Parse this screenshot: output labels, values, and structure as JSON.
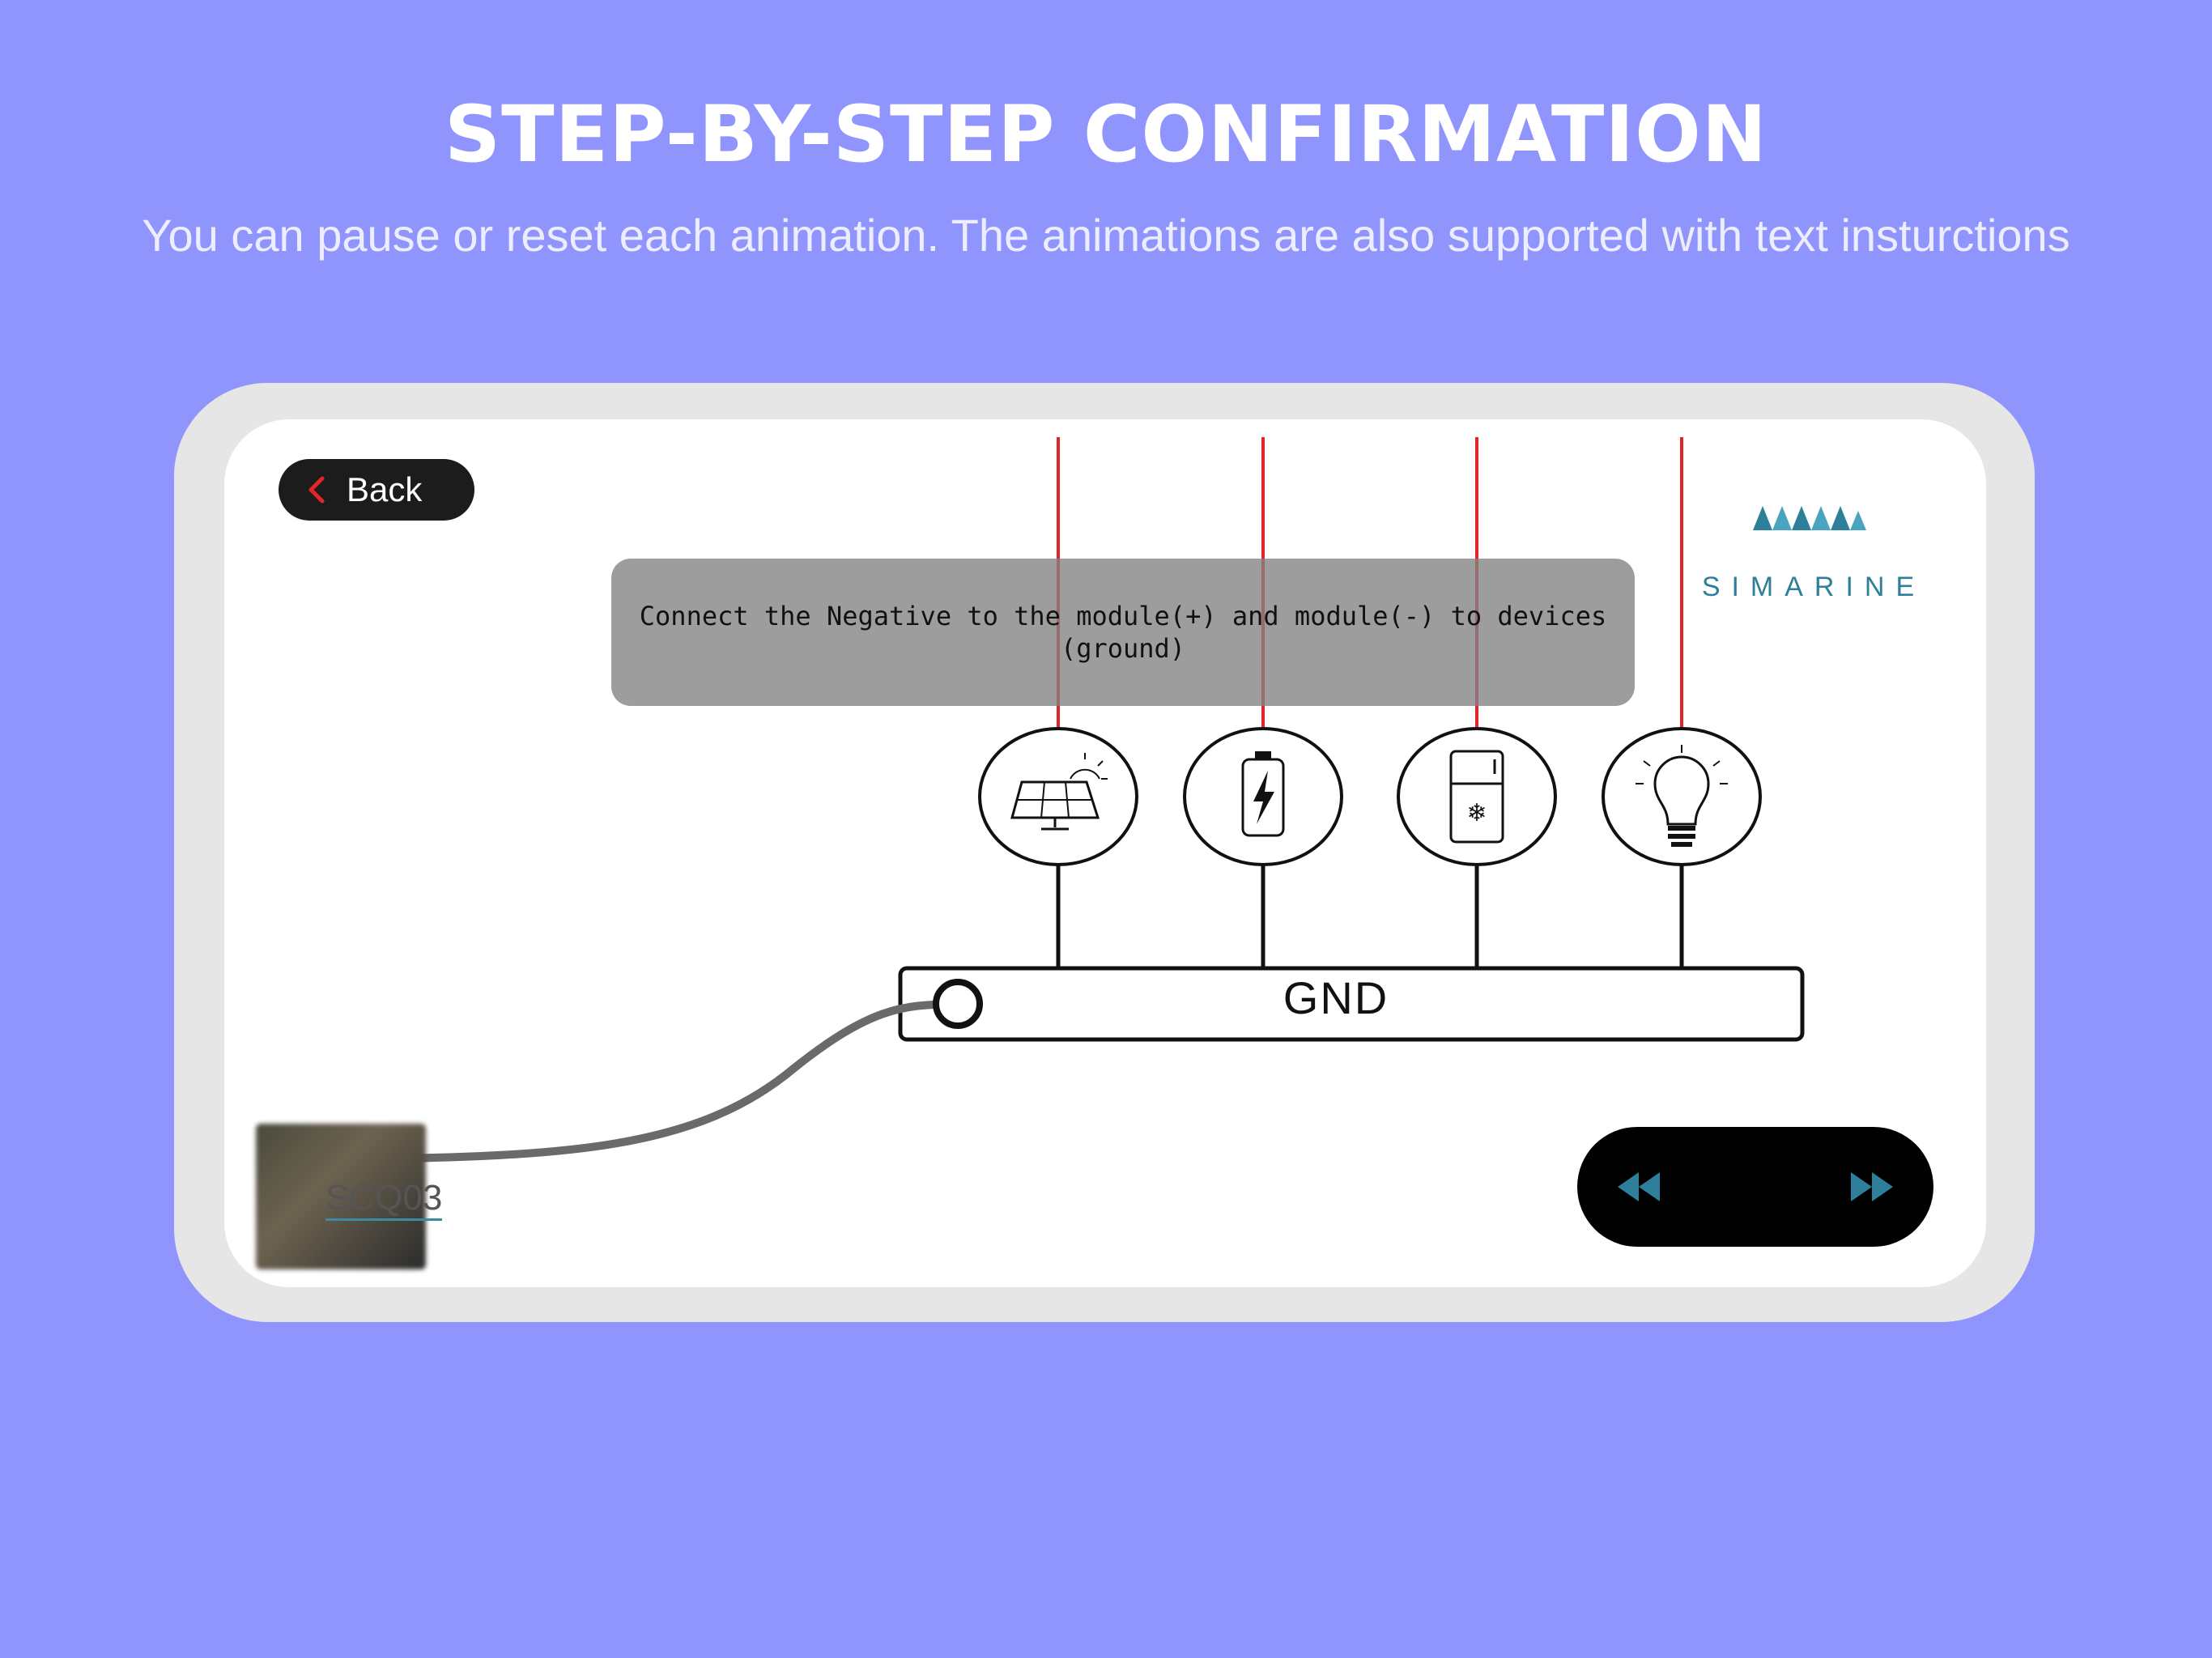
{
  "header": {
    "title": "STEP-BY-STEP CONFIRMATION",
    "subtitle": "You can pause or reset each animation. The animations are also supported with text insturctions"
  },
  "app": {
    "back_label": "Back",
    "brand": "SIMARINE",
    "instruction": "Connect the Negative to the module(+) and module(-) to devices (ground)",
    "bus_label": "GND",
    "module_label": "SCQ03",
    "devices": [
      "solar-panel-icon",
      "battery-icon",
      "fridge-icon",
      "light-bulb-icon"
    ],
    "controls": [
      "rewind-icon",
      "fast-forward-icon"
    ]
  },
  "colors": {
    "background": "#8f95fd",
    "wire_red": "#e0262b",
    "brand": "#2e7f99",
    "control_accent": "#2e7f99"
  }
}
